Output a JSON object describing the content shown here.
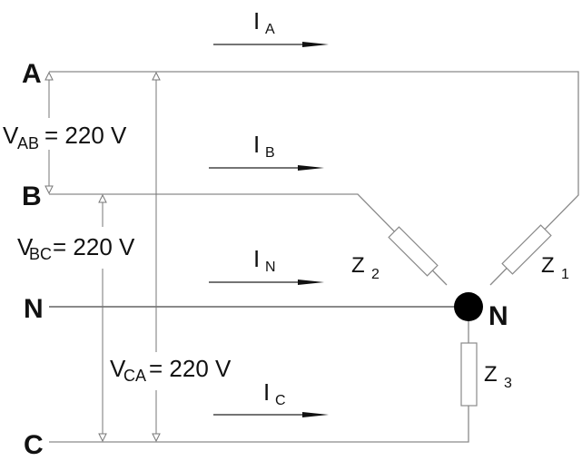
{
  "diagram": {
    "title": "Three-phase four-wire star-connected load",
    "lines": {
      "A": "A",
      "B": "B",
      "N": "N",
      "C": "C"
    },
    "neutral_node_label": "N",
    "currents": {
      "IA": {
        "main": "I",
        "sub": "A"
      },
      "IB": {
        "main": "I",
        "sub": "B"
      },
      "IN": {
        "main": "I",
        "sub": "N"
      },
      "IC": {
        "main": "I",
        "sub": "C"
      }
    },
    "impedances": {
      "Z1": {
        "main": "Z",
        "sub": "1"
      },
      "Z2": {
        "main": "Z",
        "sub": "2"
      },
      "Z3": {
        "main": "Z",
        "sub": "3"
      }
    },
    "voltages": {
      "VAB": {
        "main": "V",
        "sub": "AB",
        "value": "= 220 V"
      },
      "VBC": {
        "main": "V",
        "sub": "BC",
        "value": "= 220 V"
      },
      "VCA": {
        "main": "V",
        "sub": "CA",
        "value": "= 220 V"
      }
    }
  }
}
